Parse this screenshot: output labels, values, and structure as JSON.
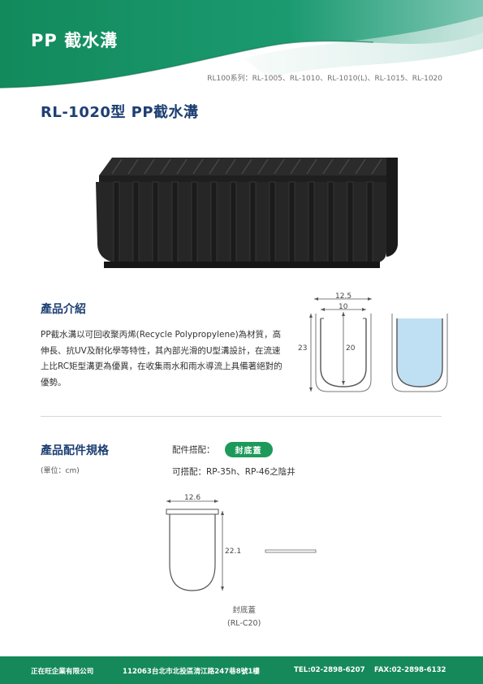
{
  "header": {
    "title": "PP 截水溝",
    "series": "RL100系列：RL-1005、RL-1010、RL-1010(L)、RL-1015、RL-1020"
  },
  "product": {
    "title": "RL-1020型 PP截水溝"
  },
  "intro": {
    "title": "產品介紹",
    "text": "PP截水溝以可回收聚丙烯(Recycle Polypropylene)為材質，高伸長、抗UV及耐化學等特性，其內部光滑的U型溝設計，在流速上比RC矩型溝更為優異，在收集雨水和雨水導流上具備著絕對的優勢。",
    "diagram": {
      "width_outer": "12.5",
      "width_inner": "10",
      "height_outer": "23",
      "height_inner": "20"
    }
  },
  "spec": {
    "title": "產品配件規格",
    "unit": "(單位：cm)",
    "fit_label": "配件搭配：",
    "fit_badge": "封底蓋",
    "fit_extra": "可搭配：RP-35h、RP-46之陰井",
    "cover": {
      "width": "12.6",
      "height": "22.1",
      "name": "封底蓋",
      "code": "(RL-C20)"
    }
  },
  "footer": {
    "company": "正在旺企業有限公司",
    "address": "112063台北市北投區清江路247巷8號1樓",
    "tel": "TEL:02-2898-6207",
    "fax": "FAX:02-2898-6132"
  },
  "colors": {
    "header_green": "#15895a",
    "title_navy": "#1d3f73",
    "badge_green": "#1d9a5a",
    "water_blue": "#bfe0f2"
  }
}
